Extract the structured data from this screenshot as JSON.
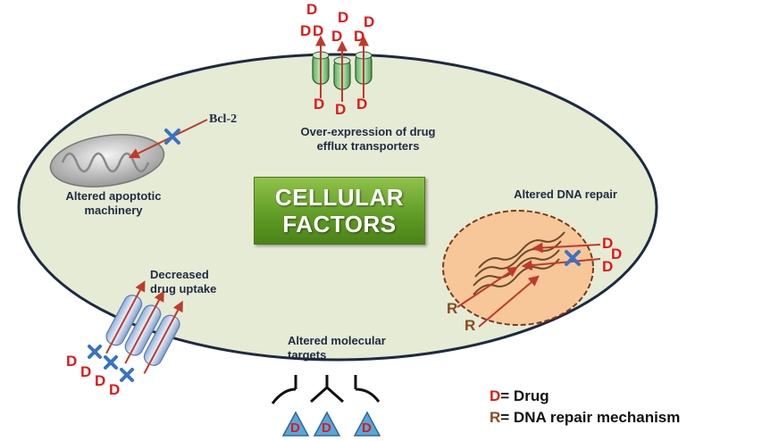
{
  "diagram": {
    "center_title_line1": "CELLULAR",
    "center_title_line2": "FACTORS",
    "labels": {
      "efflux": [
        "Over-expression of drug",
        "efflux transporters"
      ],
      "apoptotic": [
        "Altered apoptotic",
        "machinery"
      ],
      "bcl2": "Bcl-2",
      "dna_repair": "Altered DNA repair",
      "uptake": [
        "Decreased",
        "drug uptake"
      ],
      "targets": [
        "Altered molecular",
        "targets"
      ]
    },
    "drug_letter": "D",
    "repair_letter": "R",
    "legend": [
      {
        "symbol": "D",
        "text": "= Drug",
        "color": "#e01818"
      },
      {
        "symbol": "R",
        "text": "= DNA repair mechanism",
        "color": "#8a4a20"
      }
    ],
    "colors": {
      "cell_fill": "#e6ebd6",
      "cell_stroke": "#1e2a40",
      "drug": "#e01818",
      "repair": "#8a4a20",
      "block_x": "#3a72c4",
      "nucleus": "#f7c79a",
      "transporter": "#8fd28f",
      "title_box": "#6fa832"
    }
  }
}
